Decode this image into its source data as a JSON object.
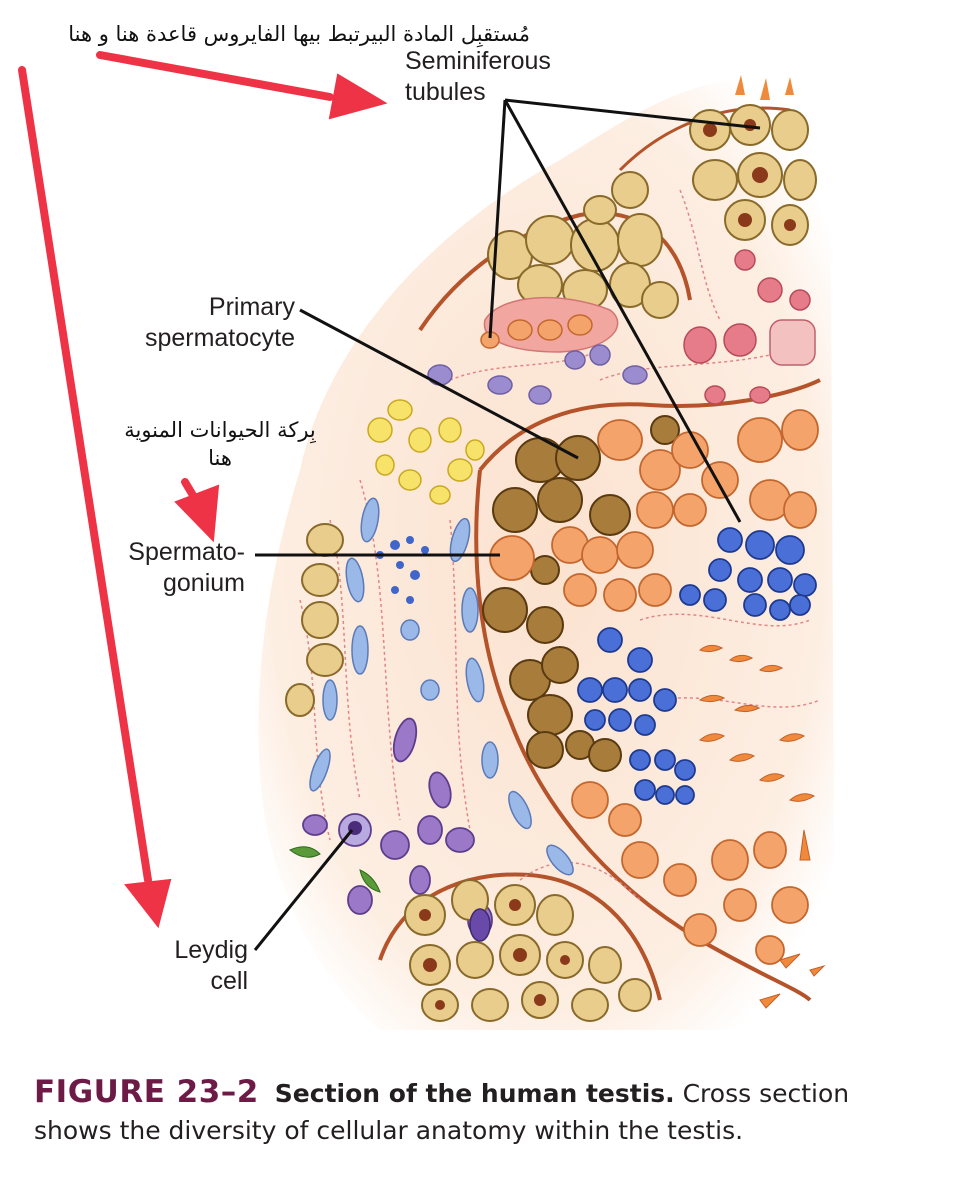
{
  "labels": {
    "seminiferous": "Seminiferous\ntubules",
    "primary": "Primary\nspermatocyte",
    "spermatogonium": "Spermato-\ngonium",
    "leydig": "Leydig\ncell"
  },
  "annotations": {
    "top_note": "مُستقبِل المادة البيرتبط بيها الفايروس قاعدة هنا و هنا",
    "side_note_line1": "بِركة الحيوانات المنوية",
    "side_note_line2": "هنا"
  },
  "caption": {
    "figure_label": "FIGURE 23–2",
    "bold_title": "Section of the human testis.",
    "text": "Cross section shows the diversity of cellular anatomy within the testis."
  },
  "colors": {
    "arrow": "#ee3346",
    "lumen_blue": "#4a6fd6",
    "spermatogonium_orange": "#f4a46a",
    "spermatocyte_brown": "#a87c3a",
    "sertoli_tan": "#e8cd8c",
    "leydig_purple": "#9b78c8",
    "caption_maroon": "#6d1b46"
  }
}
